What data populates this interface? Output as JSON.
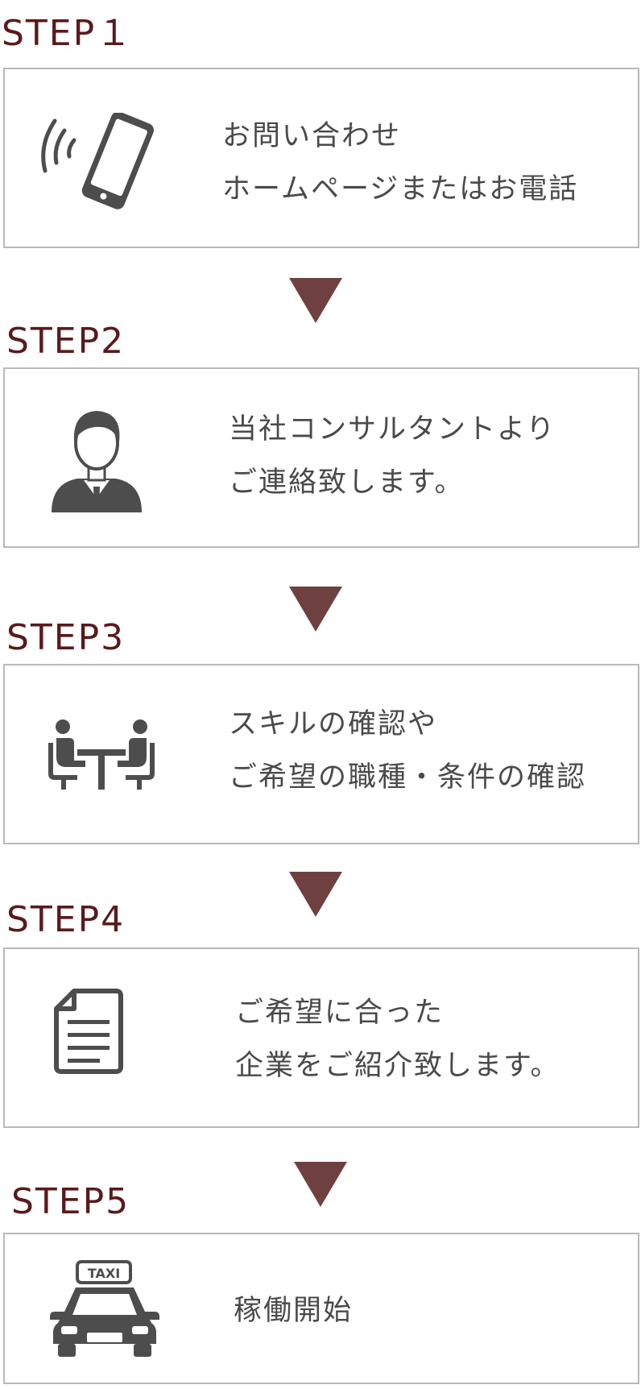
{
  "colors": {
    "label": "#5a1a1c",
    "arrow": "#6e4140",
    "icon": "#4d4d4d",
    "border": "#b9b9b9",
    "text": "#4a4a4a"
  },
  "steps": [
    {
      "label": "STEP１",
      "icon": "smartphone-icon",
      "lines": [
        "お問い合わせ",
        "ホームページまたはお電話"
      ]
    },
    {
      "label": "STEP2",
      "icon": "consultant-icon",
      "lines": [
        "当社コンサルタントより",
        "ご連絡致します。"
      ]
    },
    {
      "label": "STEP3",
      "icon": "meeting-icon",
      "lines": [
        "スキルの確認や",
        "ご希望の職種・条件の確認"
      ]
    },
    {
      "label": "STEP4",
      "icon": "document-icon",
      "lines": [
        "ご希望に合った",
        "企業をご紹介致します。"
      ]
    },
    {
      "label": "STEP5",
      "icon": "taxi-icon",
      "badge": "TAXI",
      "lines": [
        "稼働開始"
      ]
    }
  ]
}
